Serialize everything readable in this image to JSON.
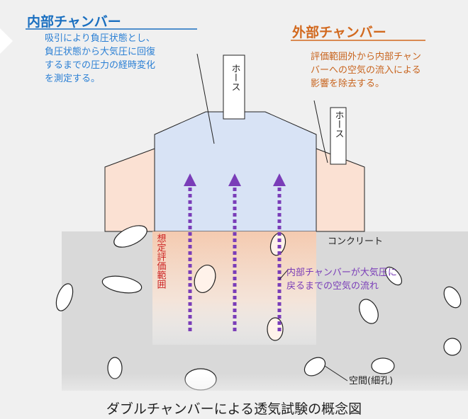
{
  "title": "ダブルチャンバーによる透気試験の概念図",
  "inner_chamber": {
    "label": "内部チャンバー",
    "description": [
      "吸引により負圧状態とし、",
      "負圧状態から大気圧に回復",
      "するまでの圧力の経時変化",
      "を測定する。"
    ]
  },
  "outer_chamber": {
    "label": "外部チャンバー",
    "description": [
      "評価範囲外から内部チャン",
      "バーへの空気の流入による",
      "影響を除去する。"
    ]
  },
  "hose_label": "ホース",
  "concrete_label": "コンクリート",
  "eval_range_label": "想定評価範囲",
  "airflow_label": [
    "内部チャンバーが大気圧に",
    "戻るまでの空気の流れ"
  ],
  "pore_label": "空間(細孔)",
  "colors": {
    "inner_label": "#1a6fc0",
    "outer_label": "#d2691e",
    "inner_text": "#2a7fd4",
    "outer_text": "#c8641e",
    "eval_label": "#cc2222",
    "airflow": "#7a3db8",
    "inner_chamber_fill": "#d8e3f5",
    "outer_chamber_fill": "#fbe1d3",
    "concrete": "#d9d9d9"
  }
}
